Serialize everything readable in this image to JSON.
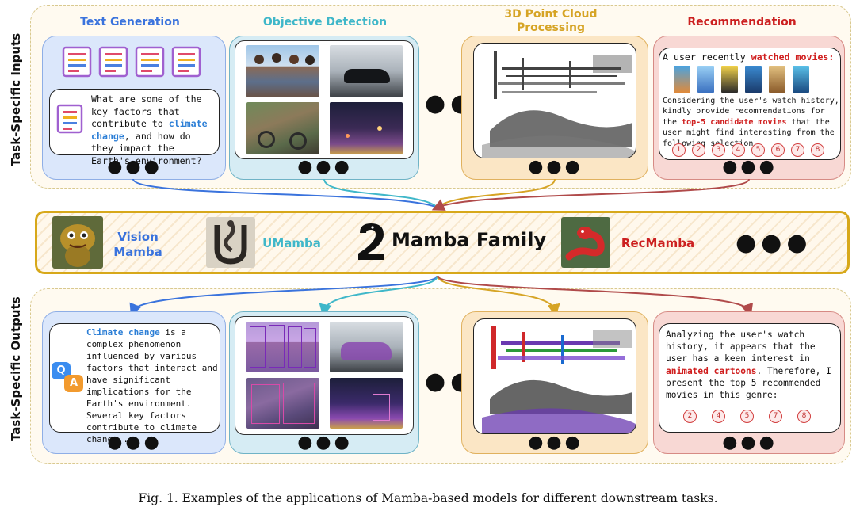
{
  "side_labels": {
    "inputs": "Task-Specific Inputs",
    "outputs": "Task-Specific Outputs"
  },
  "columns": [
    {
      "title": "Text Generation",
      "color": "#3a73dd"
    },
    {
      "title": "Objective Detection",
      "color": "#3fb7c9"
    },
    {
      "title_line1": "3D Point Cloud",
      "title_line2": "Processing",
      "color": "#d6a425"
    },
    {
      "title": "Recommendation",
      "color": "#cc2020"
    }
  ],
  "inputs": {
    "text_generation": {
      "before": "What are some of the key factors that contribute to ",
      "highlight": "climate change",
      "after": ", and how do they impact the Earth's environment?"
    },
    "recommendation": {
      "line1_before": "A user recently ",
      "line1_highlight": "watched movies:",
      "body_before": "Considering the user's watch history, kindly provide recommendations for the ",
      "body_highlight": "top-5 candidate movies",
      "body_after": " that the user might find interesting from the following selection.",
      "candidates": [
        "1",
        "2",
        "3",
        "4",
        "5",
        "6",
        "7",
        "8"
      ]
    }
  },
  "mamba_family": {
    "title": "Mamba Family",
    "models": [
      {
        "name_line1": "Vision",
        "name_line2": "Mamba",
        "color": "#3a73dd"
      },
      {
        "name": "UMamba",
        "color": "#3fb7c9"
      },
      {
        "name": "RecMamba",
        "color": "#cc2020"
      }
    ]
  },
  "outputs": {
    "text_generation": {
      "qa_q": "Q",
      "qa_a": "A",
      "highlight": "Climate change",
      "after": " is a complex phenomenon influenced by various factors that interact and have significant implications for the Earth's environment. Several key factors contribute to climate change ..."
    },
    "recommendation": {
      "before": "Analyzing the user's watch history, it appears that the user has a keen interest in ",
      "highlight": "animated cartoons",
      "after": ". Therefore, I present the top 5 recommended movies in this genre:",
      "selected": [
        "2",
        "4",
        "5",
        "7",
        "8"
      ]
    }
  },
  "caption": "Fig. 1.  Examples of the applications of Mamba-based models for different downstream tasks."
}
